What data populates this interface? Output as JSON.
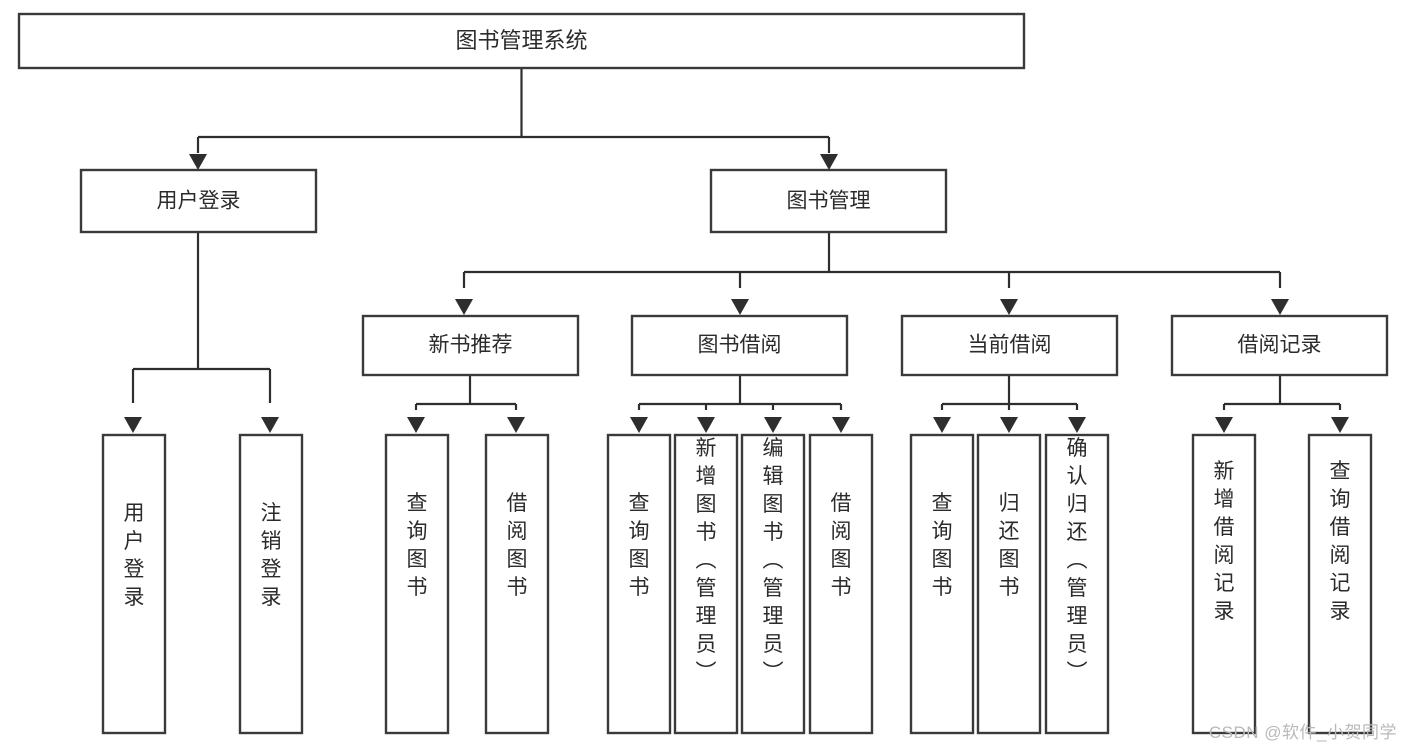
{
  "diagram": {
    "type": "tree-hierarchy-chart",
    "orientation": "top-down",
    "watermark": "CSDN @软件_小贺同学",
    "colors": {
      "background": "#ffffff",
      "box_stroke": "#3a3a3a",
      "connector": "#2e2e2e",
      "text": "#2b2b2b",
      "watermark_text": "#b9b9b9"
    },
    "root": {
      "label": "图书管理系统"
    },
    "level1": [
      {
        "label": "用户登录"
      },
      {
        "label": "图书管理"
      }
    ],
    "level2": [
      {
        "label": "新书推荐"
      },
      {
        "label": "图书借阅"
      },
      {
        "label": "当前借阅"
      },
      {
        "label": "借阅记录"
      }
    ],
    "leaves": {
      "user_login": [
        {
          "label": "用户登录"
        },
        {
          "label": "注销登录"
        }
      ],
      "new_book_recommend": [
        {
          "label": "查询图书"
        },
        {
          "label": "借阅图书"
        }
      ],
      "book_borrow": [
        {
          "label": "查询图书"
        },
        {
          "label": "新增图书（管理员）"
        },
        {
          "label": "编辑图书（管理员）"
        },
        {
          "label": "借阅图书"
        }
      ],
      "current_borrow": [
        {
          "label": "查询图书"
        },
        {
          "label": "归还图书"
        },
        {
          "label": "确认归还（管理员）"
        }
      ],
      "borrow_record": [
        {
          "label": "新增借阅记录"
        },
        {
          "label": "查询借阅记录"
        }
      ]
    }
  }
}
